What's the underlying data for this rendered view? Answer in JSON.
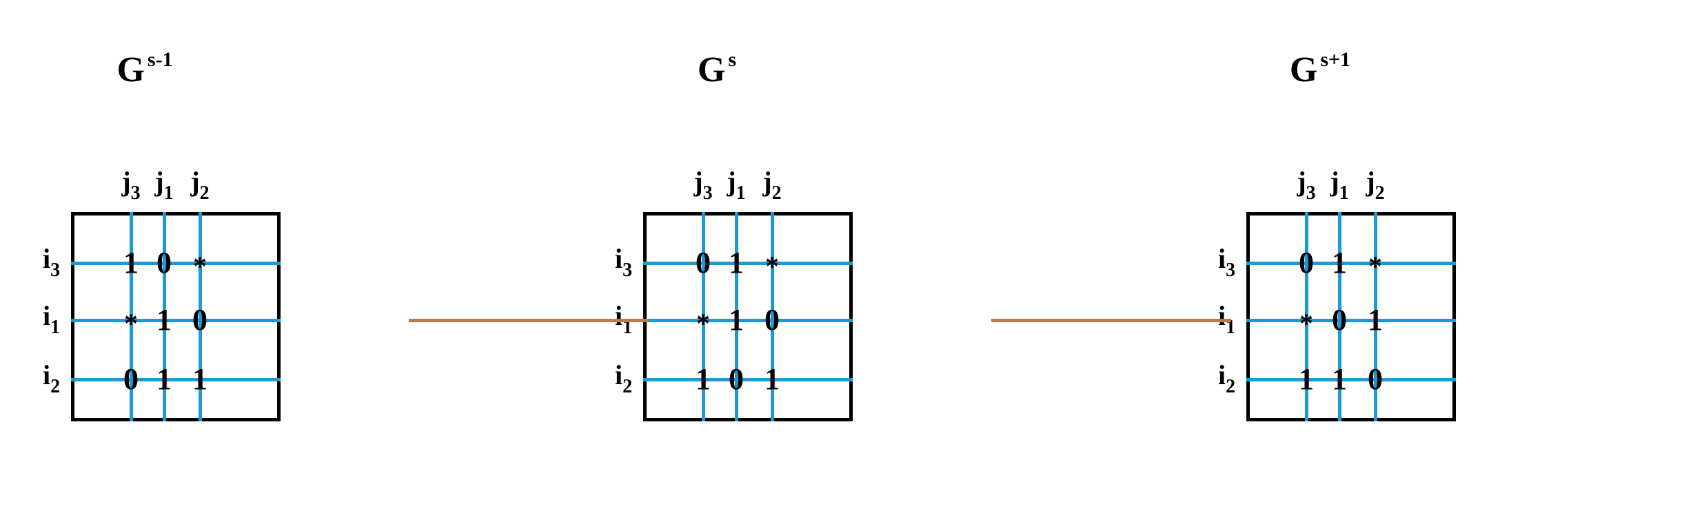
{
  "panels": [
    {
      "title_base": "G",
      "title_sup": "s-1",
      "col_labels": [
        {
          "b": "j",
          "s": "3"
        },
        {
          "b": "j",
          "s": "1"
        },
        {
          "b": "j",
          "s": "2"
        }
      ],
      "row_labels": [
        {
          "b": "i",
          "s": "3"
        },
        {
          "b": "i",
          "s": "1"
        },
        {
          "b": "i",
          "s": "2"
        }
      ],
      "cells": [
        [
          "1",
          "0",
          "*"
        ],
        [
          "*",
          "1",
          "0"
        ],
        [
          "0",
          "1",
          "1"
        ]
      ]
    },
    {
      "title_base": "G",
      "title_sup": "s",
      "col_labels": [
        {
          "b": "j",
          "s": "3"
        },
        {
          "b": "j",
          "s": "1"
        },
        {
          "b": "j",
          "s": "2"
        }
      ],
      "row_labels": [
        {
          "b": "i",
          "s": "3"
        },
        {
          "b": "i",
          "s": "1"
        },
        {
          "b": "i",
          "s": "2"
        }
      ],
      "cells": [
        [
          "0",
          "1",
          "*"
        ],
        [
          "*",
          "1",
          "0"
        ],
        [
          "1",
          "0",
          "1"
        ]
      ]
    },
    {
      "title_base": "G",
      "title_sup": "s+1",
      "col_labels": [
        {
          "b": "j",
          "s": "3"
        },
        {
          "b": "j",
          "s": "1"
        },
        {
          "b": "j",
          "s": "2"
        }
      ],
      "row_labels": [
        {
          "b": "i",
          "s": "3"
        },
        {
          "b": "i",
          "s": "1"
        },
        {
          "b": "i",
          "s": "2"
        }
      ],
      "cells": [
        [
          "0",
          "1",
          "*"
        ],
        [
          "*",
          "0",
          "1"
        ],
        [
          "1",
          "1",
          "0"
        ]
      ]
    }
  ],
  "colors": {
    "grid_line": "#1a9ad6",
    "border": "#000000",
    "connector": "#b87a50"
  }
}
